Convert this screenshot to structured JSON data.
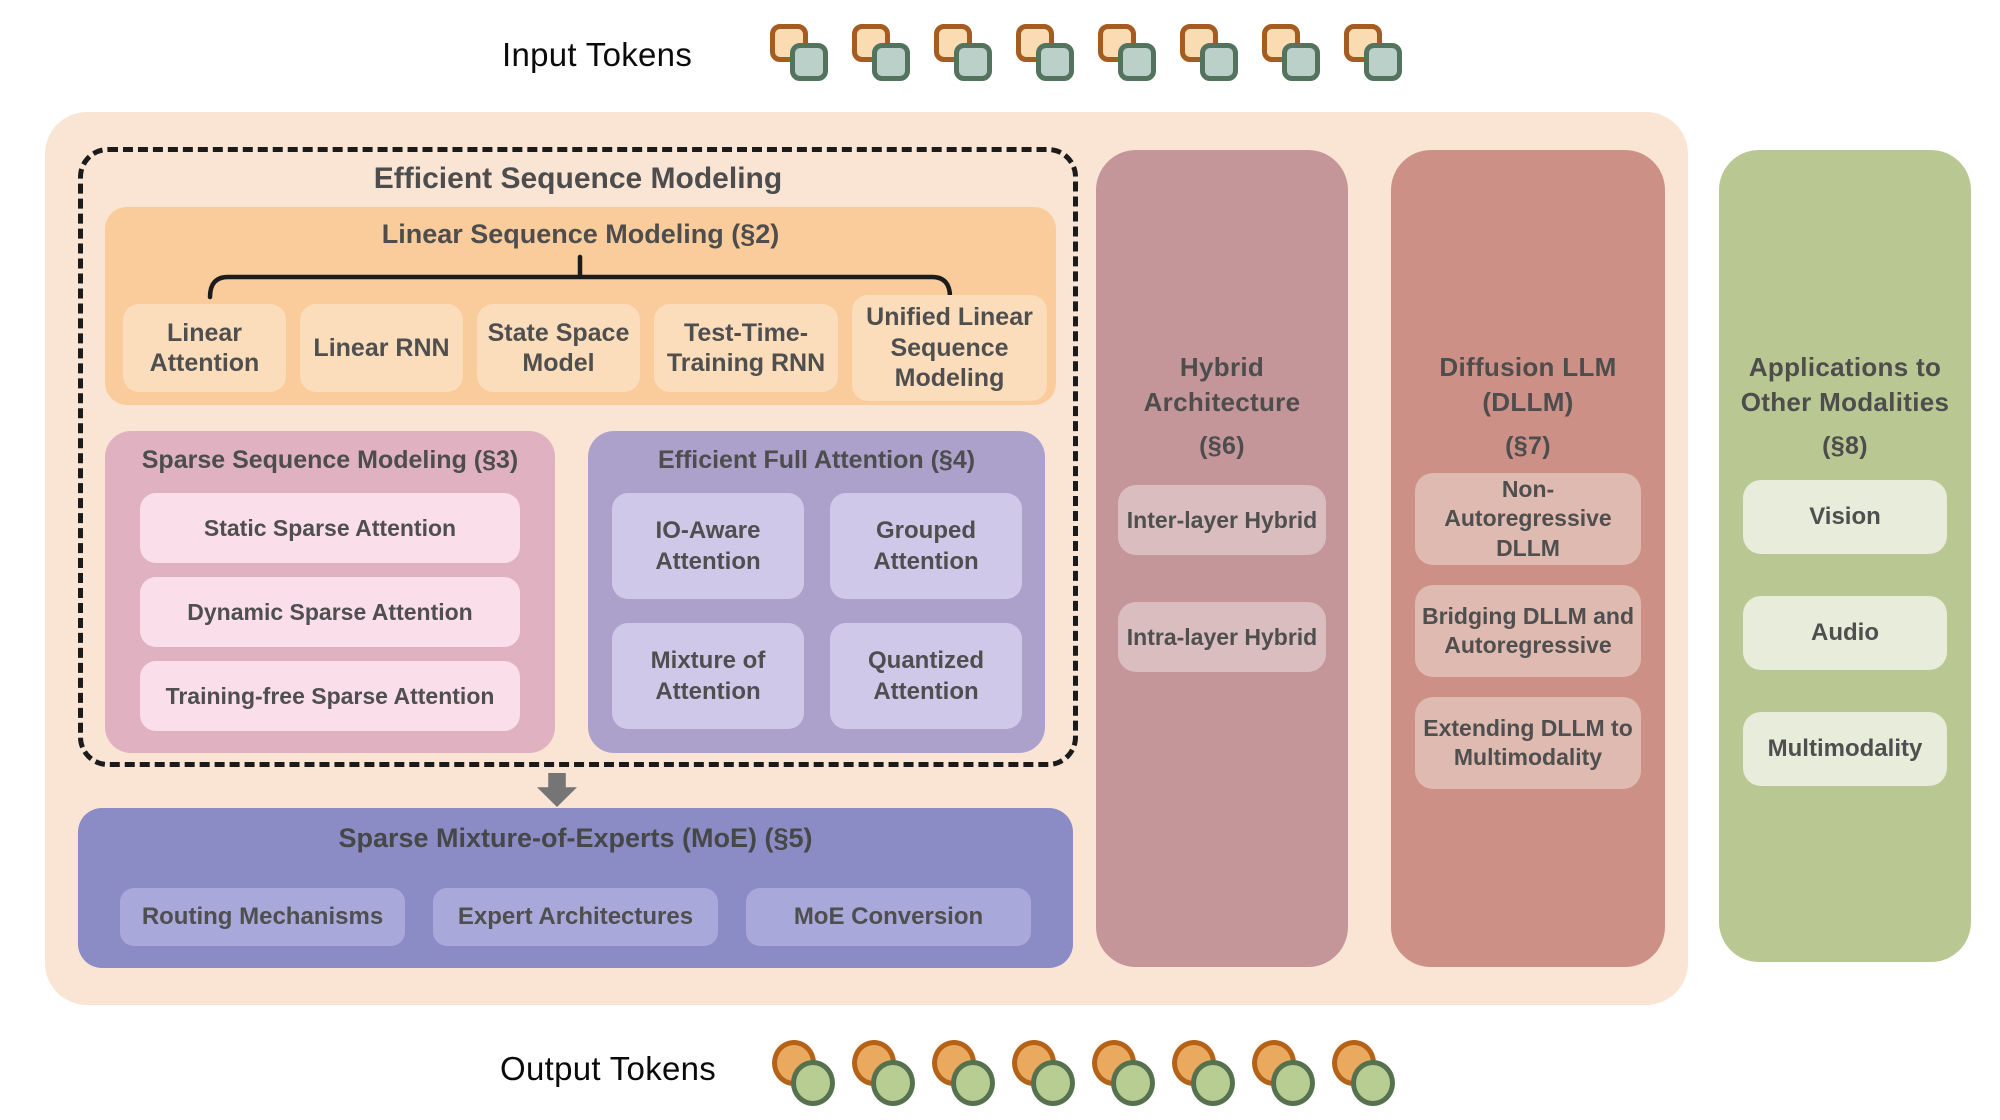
{
  "input_row": {
    "label": "Input Tokens"
  },
  "output_row": {
    "label": "Output Tokens"
  },
  "icons": {
    "input_token": "overlapping-rounded-squares",
    "output_token": "overlapping-circles",
    "flow": "down-arrow",
    "connector": "tree-bracket"
  },
  "esm": {
    "title": "Efficient Sequence Modeling",
    "lsm": {
      "title": "Linear Sequence Modeling (§2)",
      "children": [
        "Linear Attention",
        "Linear RNN",
        "State Space Model",
        "Test-Time-Training RNN",
        "Unified Linear Sequence Modeling"
      ]
    },
    "ssm": {
      "title": "Sparse Sequence Modeling (§3)",
      "children": [
        "Static Sparse Attention",
        "Dynamic Sparse Attention",
        "Training-free Sparse Attention"
      ]
    },
    "efa": {
      "title": "Efficient Full Attention (§4)",
      "children": [
        "IO-Aware Attention",
        "Grouped Attention",
        "Mixture of Attention",
        "Quantized Attention"
      ]
    }
  },
  "moe": {
    "title": "Sparse Mixture-of-Experts (MoE) (§5)",
    "children": [
      "Routing Mechanisms",
      "Expert Architectures",
      "MoE Conversion"
    ]
  },
  "hybrid": {
    "title": "Hybrid Architecture",
    "section": "(§6)",
    "children": [
      "Inter-layer Hybrid",
      "Intra-layer Hybrid"
    ]
  },
  "dllm": {
    "title": "Diffusion LLM (DLLM)",
    "section": "(§7)",
    "children": [
      "Non-Autoregressive DLLM",
      "Bridging DLLM and Autoregressive",
      "Extending DLLM to Multimodality"
    ]
  },
  "apps": {
    "title": "Applications to Other Modalities",
    "section": "(§8)",
    "children": [
      "Vision",
      "Audio",
      "Multimodality"
    ]
  },
  "palette": {
    "container_peach": "#FAE5D5",
    "linear_parent": "#FACB9B",
    "linear_child": "#FBDDBB",
    "sparse_parent": "#DFB1C1",
    "sparse_child": "#FADEE9",
    "full_attn_parent": "#ABA1CB",
    "full_attn_child": "#D0C8E9",
    "moe_parent": "#8B8CC5",
    "moe_child": "#A9A8DA",
    "hybrid_parent": "#C49699",
    "hybrid_child": "#D9BDBF",
    "dllm_parent": "#CC9086",
    "dllm_child": "#DFBAB1",
    "apps_parent": "#B9C893",
    "apps_child": "#E8ECDA",
    "text_dark": "#4d4d4d",
    "arrow_gray": "#757575",
    "input_token_back": "#FBDCB2",
    "input_token_back_border": "#A55C20",
    "input_token_front": "#BAD0C9",
    "input_token_front_border": "#53735F",
    "output_token_back": "#E9A95F",
    "output_token_back_border": "#B36217",
    "output_token_front": "#B7CD92",
    "output_token_front_border": "#55714F"
  }
}
